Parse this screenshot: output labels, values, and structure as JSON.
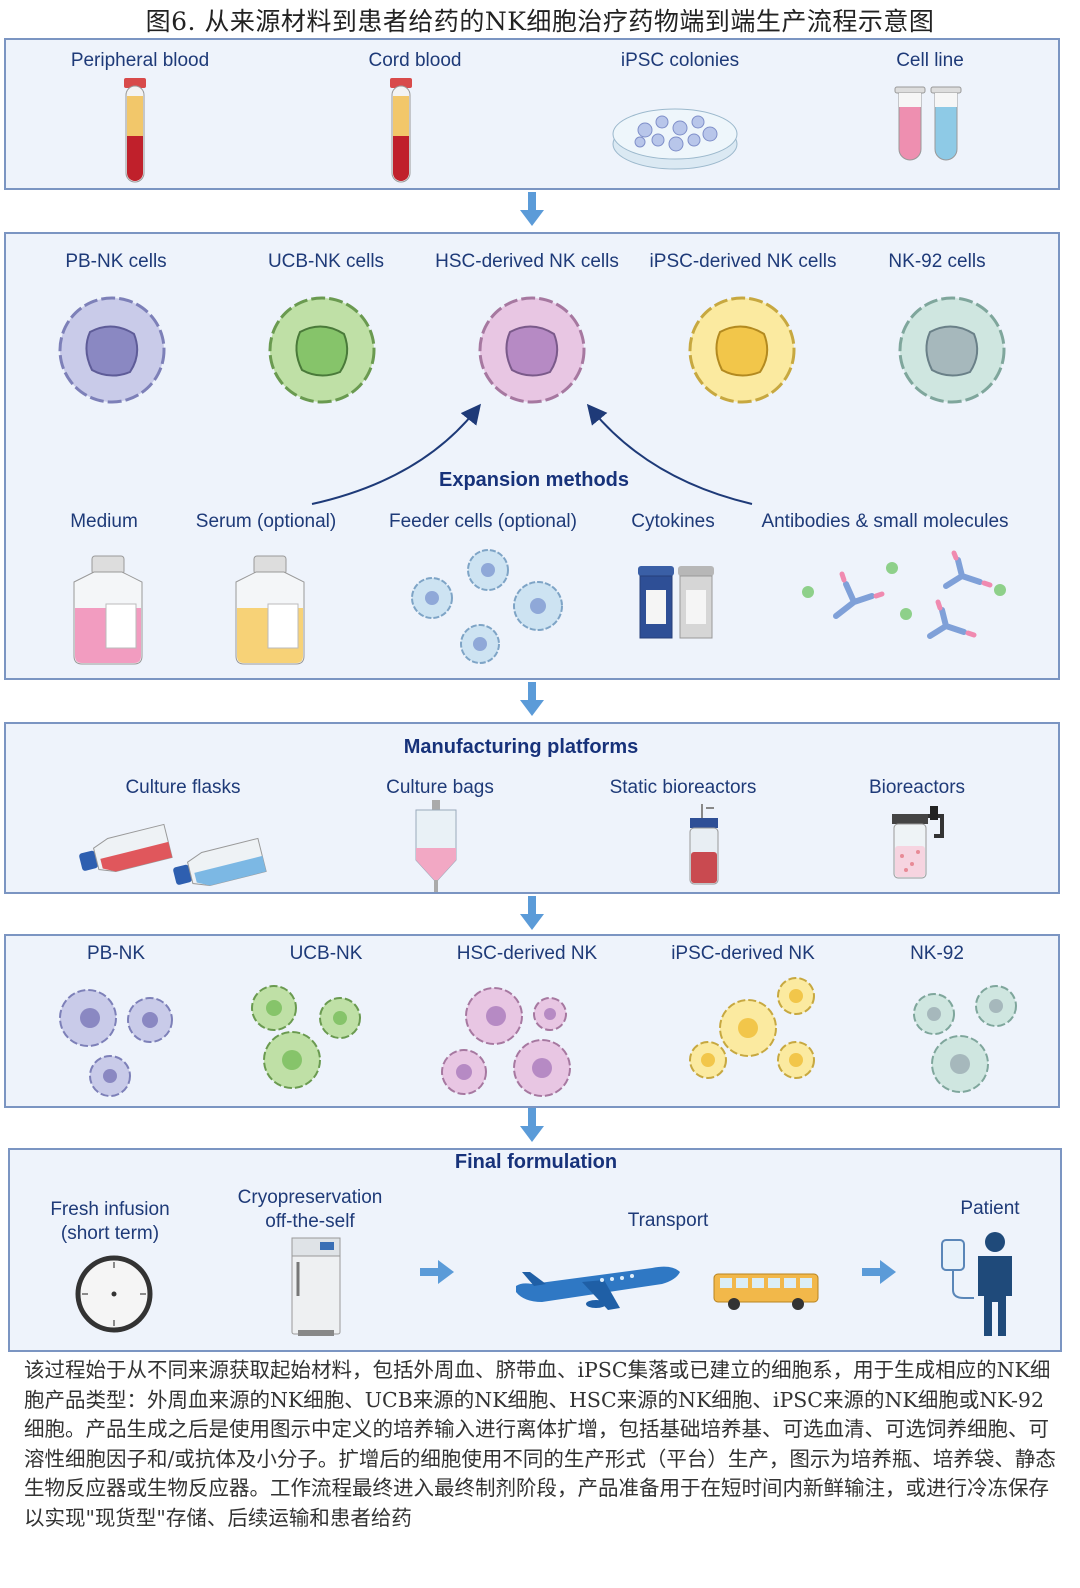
{
  "figure_title": "图6. 从来源材料到患者给药的NK细胞治疗药物端到端生产流程示意图",
  "sources": {
    "items": [
      "Peripheral blood",
      "Cord blood",
      "iPSC colonies",
      "Cell line"
    ]
  },
  "nk_types": {
    "items": [
      "PB-NK cells",
      "UCB-NK cells",
      "HSC-derived NK cells",
      "iPSC-derived NK cells",
      "NK-92 cells"
    ]
  },
  "expansion": {
    "title": "Expansion methods",
    "items": [
      "Medium",
      "Serum (optional)",
      "Feeder cells (optional)",
      "Cytokines",
      "Antibodies & small molecules"
    ]
  },
  "manufacturing": {
    "title": "Manufacturing platforms",
    "items": [
      "Culture flasks",
      "Culture bags",
      "Static bioreactors",
      "Bioreactors"
    ]
  },
  "products": {
    "items": [
      "PB-NK",
      "UCB-NK",
      "HSC-derived NK",
      "iPSC-derived NK",
      "NK-92"
    ]
  },
  "final": {
    "title": "Final formulation",
    "fresh": "Fresh infusion\n(short term)",
    "cryo": "Cryopreservation\noff-the-self",
    "transport": "Transport",
    "patient": "Patient"
  },
  "caption": "该过程始于从不同来源获取起始材料，包括外周血、脐带血、iPSC集落或已建立的细胞系，用于生成相应的NK细胞产品类型：外周血来源的NK细胞、UCB来源的NK细胞、HSC来源的NK细胞、iPSC来源的NK细胞或NK-92细胞。产品生成之后是使用图示中定义的培养输入进行离体扩增，包括基础培养基、可选血清、可选饲养细胞、可溶性细胞因子和/或抗体及小分子。扩增后的细胞使用不同的生产形式（平台）生产，图示为培养瓶、培养袋、静态生物反应器或生物反应器。工作流程最终进入最终制剂阶段，产品准备用于在短时间内新鲜输注，或进行冷冻保存以实现\"现货型\"存储、后续运输和患者给药",
  "colors": {
    "panel_border": "#7b95c2",
    "panel_fill": "#eef3fb",
    "arrow": "#5b9bd8",
    "label": "#1e3a78"
  }
}
